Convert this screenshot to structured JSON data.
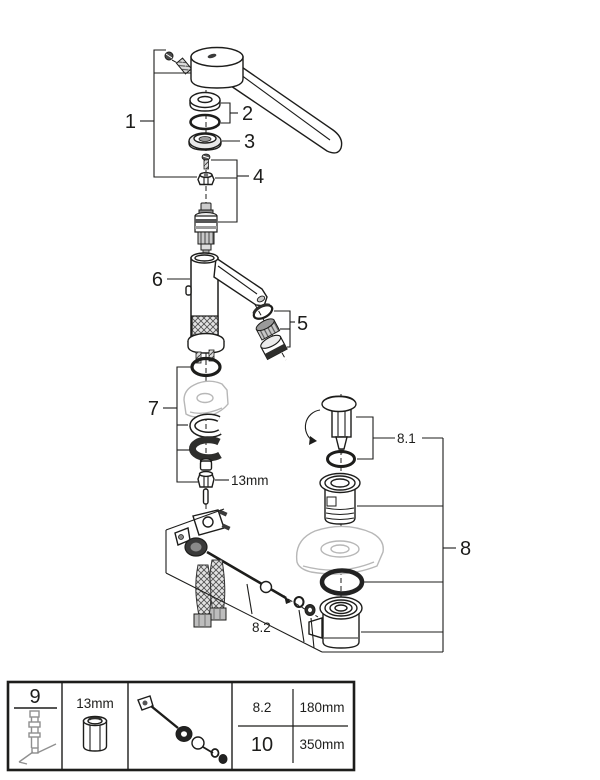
{
  "colors": {
    "line": "#1d1d1b",
    "ghost": "#b7b7b7",
    "dark": "#2e2e2c"
  },
  "diagram": {
    "labels": {
      "part1": "1",
      "part2": "2",
      "part3": "3",
      "part4": "4",
      "part5": "5",
      "part6": "6",
      "part7": "7",
      "part8": "8",
      "part8_1": "8.1",
      "part8_2": "8.2",
      "wrench_note": "13mm"
    }
  },
  "table": {
    "tool_label": "9",
    "nut_size": "13mm",
    "rows": [
      {
        "ref": "8.2",
        "length": "180mm"
      },
      {
        "ref": "10",
        "length": "350mm"
      }
    ]
  }
}
